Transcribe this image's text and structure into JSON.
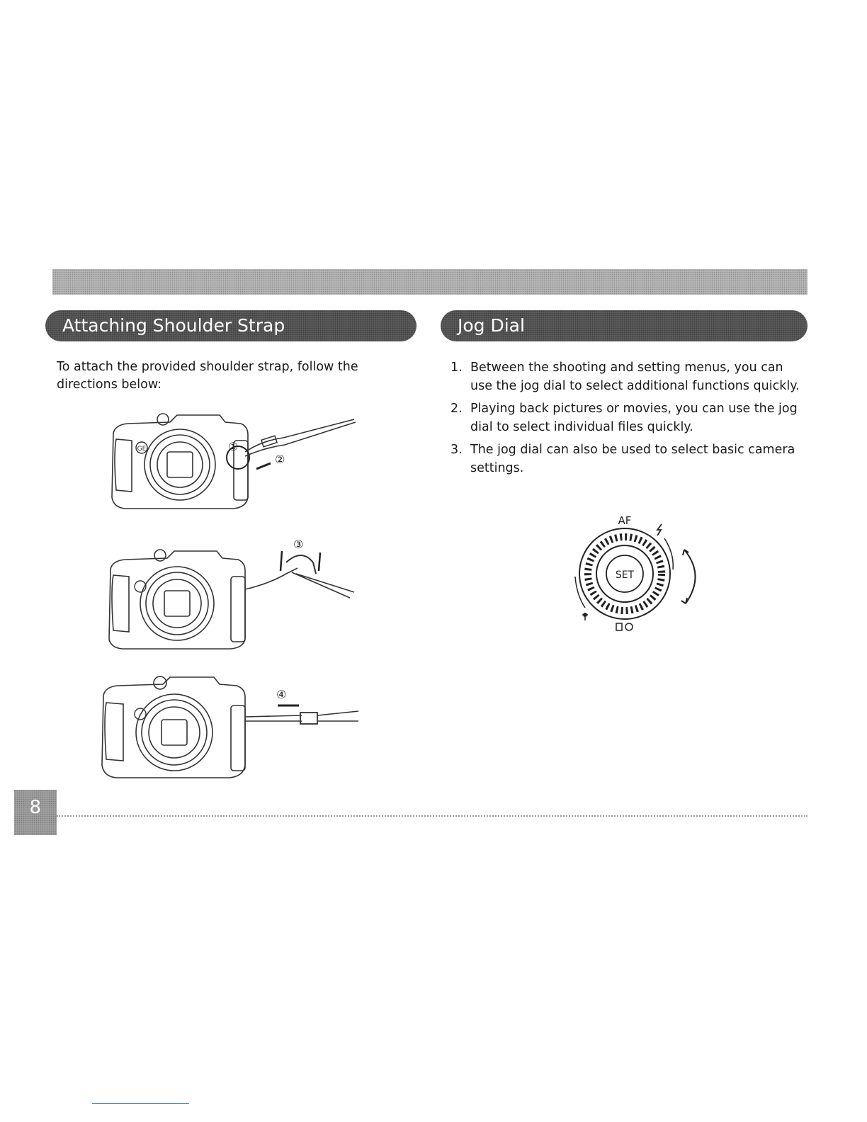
{
  "left_section": {
    "title": "Attaching Shoulder Strap",
    "intro": "To attach the provided shoulder strap, follow the directions below:",
    "figure_labels": [
      "①",
      "②",
      "③",
      "④"
    ],
    "camera_logo": "GE"
  },
  "right_section": {
    "title": "Jog Dial",
    "steps": [
      {
        "num": "1.",
        "text": "Between the shooting and setting menus, you can use the jog dial to select additional functions quickly."
      },
      {
        "num": "2.",
        "text": "Playing back pictures or movies, you can use the jog dial to select individual files quickly."
      },
      {
        "num": "3.",
        "text": "The jog dial can also be used to select basic camera settings."
      }
    ],
    "dial": {
      "top_label": "AF",
      "center_label": "SET",
      "flash_icon": "flash-icon",
      "macro_icon": "macro-icon",
      "delete_icon": "delete-self-timer-icon"
    }
  },
  "page_number": "8",
  "colors": {
    "band": "#b4b4b4",
    "pill": "#5a5a5a",
    "page_tab": "#9e9e9e",
    "link": "#1a56b0"
  }
}
